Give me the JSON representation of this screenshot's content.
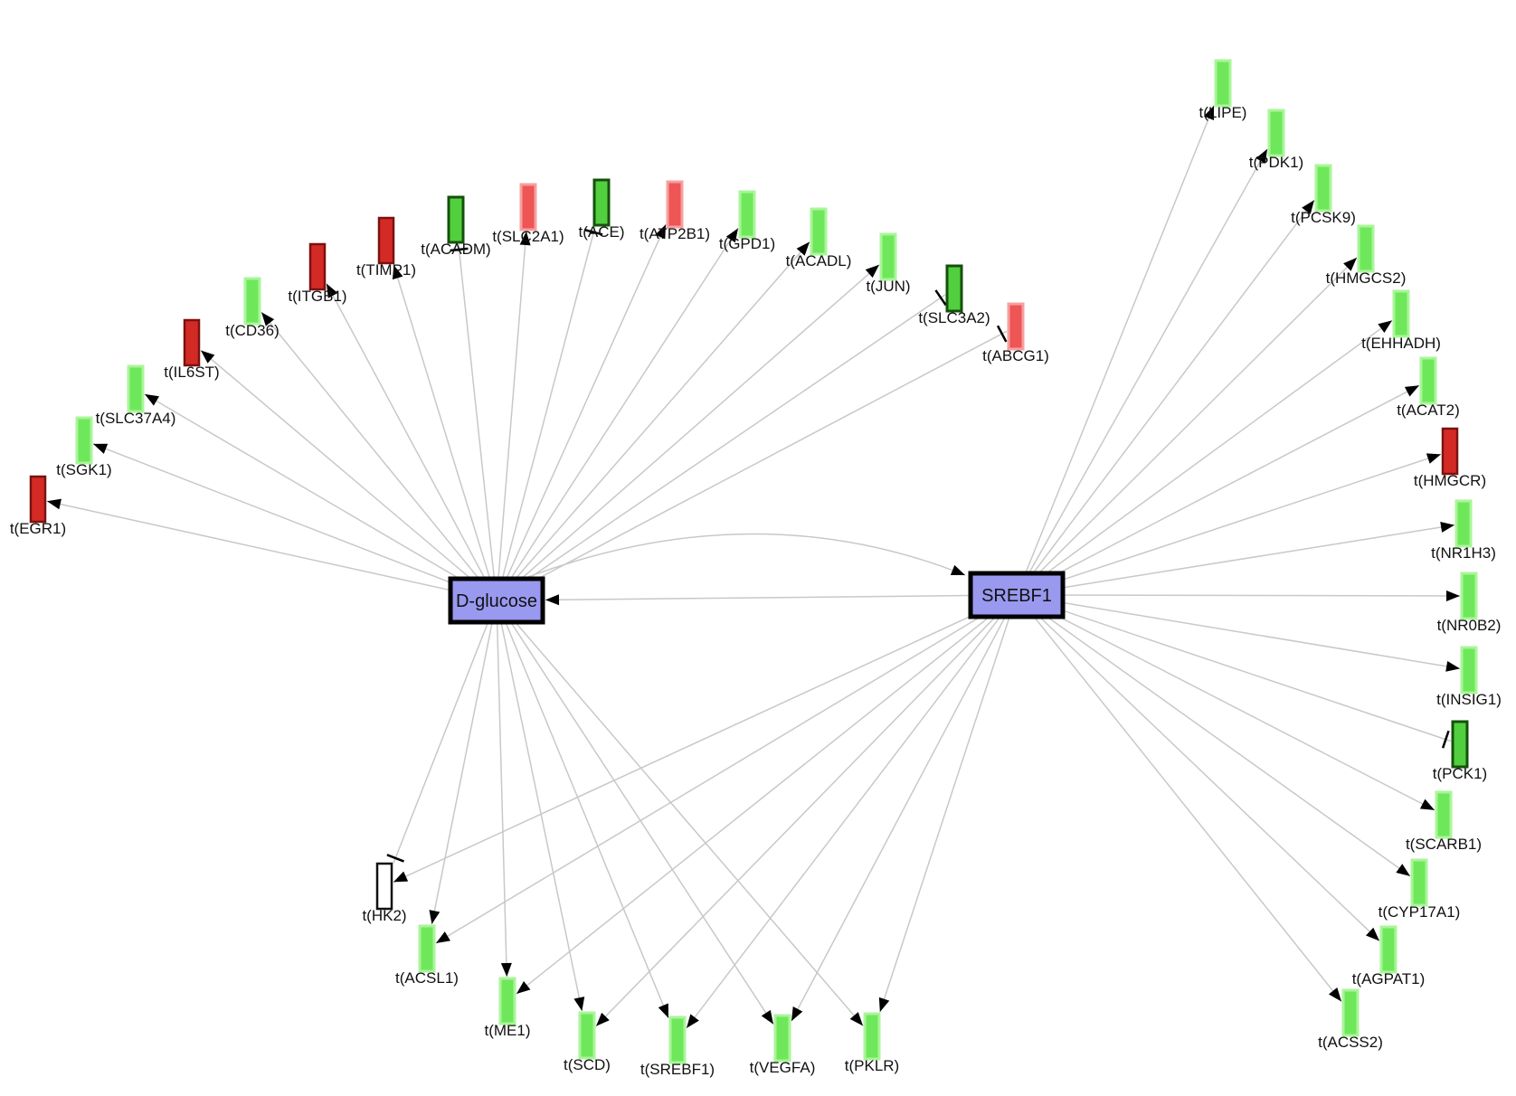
{
  "colors": {
    "hub_fill": "#9999f0",
    "hub_border": "#000000",
    "edge": "#c8c8c8",
    "arrow": "#000000",
    "red_fill": "#d42a26",
    "red_border": "#7a1210",
    "light_red_fill": "#ee5555",
    "light_red_border": "#f5a0a0",
    "green_fill": "#6ee85a",
    "green_border": "#aaf59a",
    "dark_green_fill": "#52cf3e",
    "dark_green_border": "#15500c",
    "empty_fill": "#ffffff",
    "empty_border": "#111111"
  },
  "hubs": [
    {
      "id": "dglucose",
      "label": "D-glucose"
    },
    {
      "id": "srebf1",
      "label": "SREBF1"
    }
  ],
  "nodes": [
    {
      "id": "EGR1",
      "label": "t(EGR1)",
      "style": "red"
    },
    {
      "id": "SGK1",
      "label": "t(SGK1)",
      "style": "green"
    },
    {
      "id": "SLC37A4",
      "label": "t(SLC37A4)",
      "style": "green"
    },
    {
      "id": "IL6ST",
      "label": "t(IL6ST)",
      "style": "red"
    },
    {
      "id": "CD36",
      "label": "t(CD36)",
      "style": "green"
    },
    {
      "id": "ITGB1",
      "label": "t(ITGB1)",
      "style": "red"
    },
    {
      "id": "TIMP1",
      "label": "t(TIMP1)",
      "style": "red"
    },
    {
      "id": "ACADM",
      "label": "t(ACADM)",
      "style": "dark_green"
    },
    {
      "id": "SLC2A1",
      "label": "t(SLC2A1)",
      "style": "light_red"
    },
    {
      "id": "ACE",
      "label": "t(ACE)",
      "style": "dark_green"
    },
    {
      "id": "ATP2B1",
      "label": "t(ATP2B1)",
      "style": "light_red"
    },
    {
      "id": "GPD1",
      "label": "t(GPD1)",
      "style": "green"
    },
    {
      "id": "ACADL",
      "label": "t(ACADL)",
      "style": "green"
    },
    {
      "id": "JUN",
      "label": "t(JUN)",
      "style": "green"
    },
    {
      "id": "SLC3A2",
      "label": "t(SLC3A2)",
      "style": "dark_green"
    },
    {
      "id": "ABCG1",
      "label": "t(ABCG1)",
      "style": "light_red"
    },
    {
      "id": "HK2",
      "label": "t(HK2)",
      "style": "empty"
    },
    {
      "id": "ACSL1",
      "label": "t(ACSL1)",
      "style": "green"
    },
    {
      "id": "ME1",
      "label": "t(ME1)",
      "style": "green"
    },
    {
      "id": "SCD",
      "label": "t(SCD)",
      "style": "green"
    },
    {
      "id": "SREBF1t",
      "label": "t(SREBF1)",
      "style": "green"
    },
    {
      "id": "VEGFA",
      "label": "t(VEGFA)",
      "style": "green"
    },
    {
      "id": "PKLR",
      "label": "t(PKLR)",
      "style": "green"
    },
    {
      "id": "LIPE",
      "label": "t(LIPE)",
      "style": "green"
    },
    {
      "id": "PDK1",
      "label": "t(PDK1)",
      "style": "green"
    },
    {
      "id": "PCSK9",
      "label": "t(PCSK9)",
      "style": "green"
    },
    {
      "id": "HMGCS2",
      "label": "t(HMGCS2)",
      "style": "green"
    },
    {
      "id": "EHHADH",
      "label": "t(EHHADH)",
      "style": "green"
    },
    {
      "id": "ACAT2",
      "label": "t(ACAT2)",
      "style": "green"
    },
    {
      "id": "HMGCR",
      "label": "t(HMGCR)",
      "style": "red"
    },
    {
      "id": "NR1H3",
      "label": "t(NR1H3)",
      "style": "green"
    },
    {
      "id": "NR0B2",
      "label": "t(NR0B2)",
      "style": "green"
    },
    {
      "id": "INSIG1",
      "label": "t(INSIG1)",
      "style": "green"
    },
    {
      "id": "PCK1",
      "label": "t(PCK1)",
      "style": "dark_green"
    },
    {
      "id": "SCARB1",
      "label": "t(SCARB1)",
      "style": "green"
    },
    {
      "id": "CYP17A1",
      "label": "t(CYP17A1)",
      "style": "green"
    },
    {
      "id": "AGPAT1",
      "label": "t(AGPAT1)",
      "style": "green"
    },
    {
      "id": "ACSS2",
      "label": "t(ACSS2)",
      "style": "green"
    }
  ],
  "edges": [
    {
      "from": "dglucose",
      "to": "EGR1",
      "type": "activation"
    },
    {
      "from": "dglucose",
      "to": "SGK1",
      "type": "activation"
    },
    {
      "from": "dglucose",
      "to": "SLC37A4",
      "type": "activation"
    },
    {
      "from": "dglucose",
      "to": "IL6ST",
      "type": "activation"
    },
    {
      "from": "dglucose",
      "to": "CD36",
      "type": "activation"
    },
    {
      "from": "dglucose",
      "to": "ITGB1",
      "type": "activation"
    },
    {
      "from": "dglucose",
      "to": "TIMP1",
      "type": "activation"
    },
    {
      "from": "dglucose",
      "to": "ACADM",
      "type": "inhibition"
    },
    {
      "from": "dglucose",
      "to": "SLC2A1",
      "type": "activation"
    },
    {
      "from": "dglucose",
      "to": "ACE",
      "type": "inhibition"
    },
    {
      "from": "dglucose",
      "to": "ATP2B1",
      "type": "activation"
    },
    {
      "from": "dglucose",
      "to": "GPD1",
      "type": "activation"
    },
    {
      "from": "dglucose",
      "to": "ACADL",
      "type": "activation"
    },
    {
      "from": "dglucose",
      "to": "JUN",
      "type": "activation"
    },
    {
      "from": "dglucose",
      "to": "SLC3A2",
      "type": "inhibition"
    },
    {
      "from": "dglucose",
      "to": "ABCG1",
      "type": "inhibition"
    },
    {
      "from": "dglucose",
      "to": "HK2",
      "type": "inhibition"
    },
    {
      "from": "dglucose",
      "to": "ACSL1",
      "type": "activation"
    },
    {
      "from": "dglucose",
      "to": "ME1",
      "type": "activation"
    },
    {
      "from": "dglucose",
      "to": "SCD",
      "type": "activation"
    },
    {
      "from": "dglucose",
      "to": "SREBF1t",
      "type": "activation"
    },
    {
      "from": "dglucose",
      "to": "VEGFA",
      "type": "activation"
    },
    {
      "from": "dglucose",
      "to": "PKLR",
      "type": "activation"
    },
    {
      "from": "dglucose",
      "to": "srebf1",
      "type": "activation"
    },
    {
      "from": "srebf1",
      "to": "dglucose",
      "type": "activation"
    },
    {
      "from": "srebf1",
      "to": "HK2",
      "type": "activation"
    },
    {
      "from": "srebf1",
      "to": "ACSL1",
      "type": "activation"
    },
    {
      "from": "srebf1",
      "to": "ME1",
      "type": "activation"
    },
    {
      "from": "srebf1",
      "to": "SCD",
      "type": "activation"
    },
    {
      "from": "srebf1",
      "to": "SREBF1t",
      "type": "activation"
    },
    {
      "from": "srebf1",
      "to": "VEGFA",
      "type": "activation"
    },
    {
      "from": "srebf1",
      "to": "PKLR",
      "type": "activation"
    },
    {
      "from": "srebf1",
      "to": "LIPE",
      "type": "activation"
    },
    {
      "from": "srebf1",
      "to": "PDK1",
      "type": "activation"
    },
    {
      "from": "srebf1",
      "to": "PCSK9",
      "type": "activation"
    },
    {
      "from": "srebf1",
      "to": "HMGCS2",
      "type": "activation"
    },
    {
      "from": "srebf1",
      "to": "EHHADH",
      "type": "activation"
    },
    {
      "from": "srebf1",
      "to": "ACAT2",
      "type": "activation"
    },
    {
      "from": "srebf1",
      "to": "HMGCR",
      "type": "activation"
    },
    {
      "from": "srebf1",
      "to": "NR1H3",
      "type": "activation"
    },
    {
      "from": "srebf1",
      "to": "NR0B2",
      "type": "activation"
    },
    {
      "from": "srebf1",
      "to": "INSIG1",
      "type": "activation"
    },
    {
      "from": "srebf1",
      "to": "PCK1",
      "type": "inhibition"
    },
    {
      "from": "srebf1",
      "to": "SCARB1",
      "type": "activation"
    },
    {
      "from": "srebf1",
      "to": "CYP17A1",
      "type": "activation"
    },
    {
      "from": "srebf1",
      "to": "AGPAT1",
      "type": "activation"
    },
    {
      "from": "srebf1",
      "to": "ACSS2",
      "type": "activation"
    }
  ]
}
